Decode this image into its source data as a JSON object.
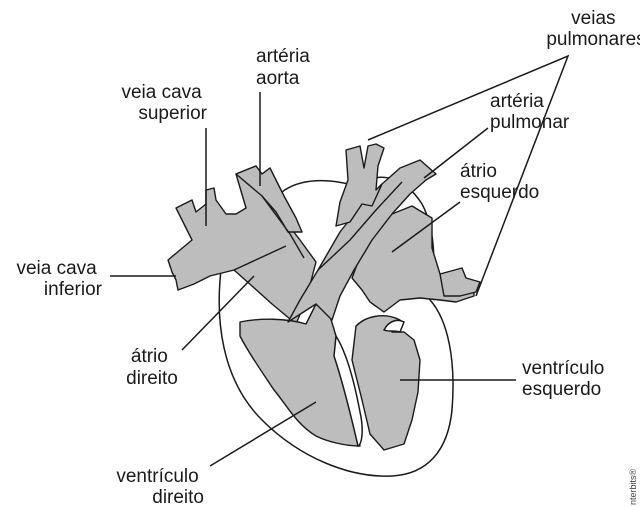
{
  "labels": {
    "veias_pulmonares": [
      "veias",
      "pulmonares"
    ],
    "arteria_aorta": [
      "artéria",
      "aorta"
    ],
    "veia_cava_superior": [
      "veia cava",
      "superior"
    ],
    "arteria_pulmonar": [
      "artéria",
      "pulmonar"
    ],
    "atrio_esquerdo": [
      "átrio",
      "esquerdo"
    ],
    "veia_cava_inferior": [
      "veia cava",
      "inferior"
    ],
    "atrio_direito": [
      "átrio",
      "direito"
    ],
    "ventriculo_esquerdo": [
      "ventrículo",
      "esquerdo"
    ],
    "ventriculo_direito": [
      "ventrículo",
      "direito"
    ]
  },
  "credit": "nterbits®",
  "colors": {
    "cavity_fill": "#bdbdbd",
    "stroke": "#1a1a1a",
    "background": "#ffffff"
  }
}
